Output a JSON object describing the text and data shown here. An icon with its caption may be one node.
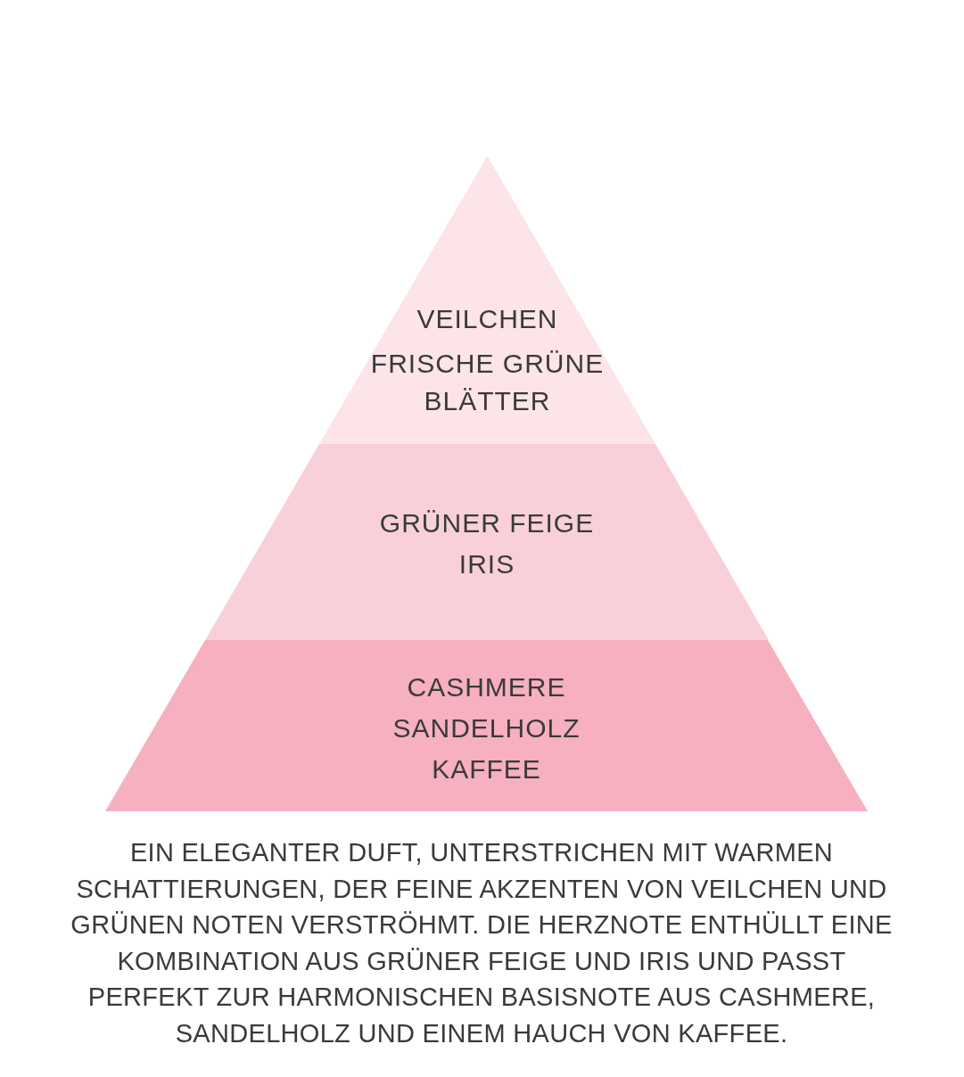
{
  "diagram": {
    "nodes": [
      {
        "text": [
          "VEILCHEN",
          "FRISCHE GRÜNE BLÄTTER"
        ]
      },
      {
        "text": [
          "GRÜNER FEIGE",
          "IRIS"
        ]
      },
      {
        "text": [
          "CASHMERE",
          "SANDELHOLZ",
          "KAFFEE"
        ]
      }
    ],
    "caption": "EIN ELEGANTER DUFT, UNTERSTRICHEN MIT WARMEN SCHATTIERUNGEN, DER FEINE AKZENTEN VON VEILCHEN UND GRÜNEN NOTEN VERSTRÖHMT. DIE HERZNOTE ENTHÜLLT EINE KOMBINATION AUS GRÜNER FEIGE UND IRIS UND PASST PERFEKT ZUR HARMONISCHEN BASISNOTE AUS CASHMERE, SANDELHOLZ UND EINEM HAUCH VON KAFFEE."
  }
}
